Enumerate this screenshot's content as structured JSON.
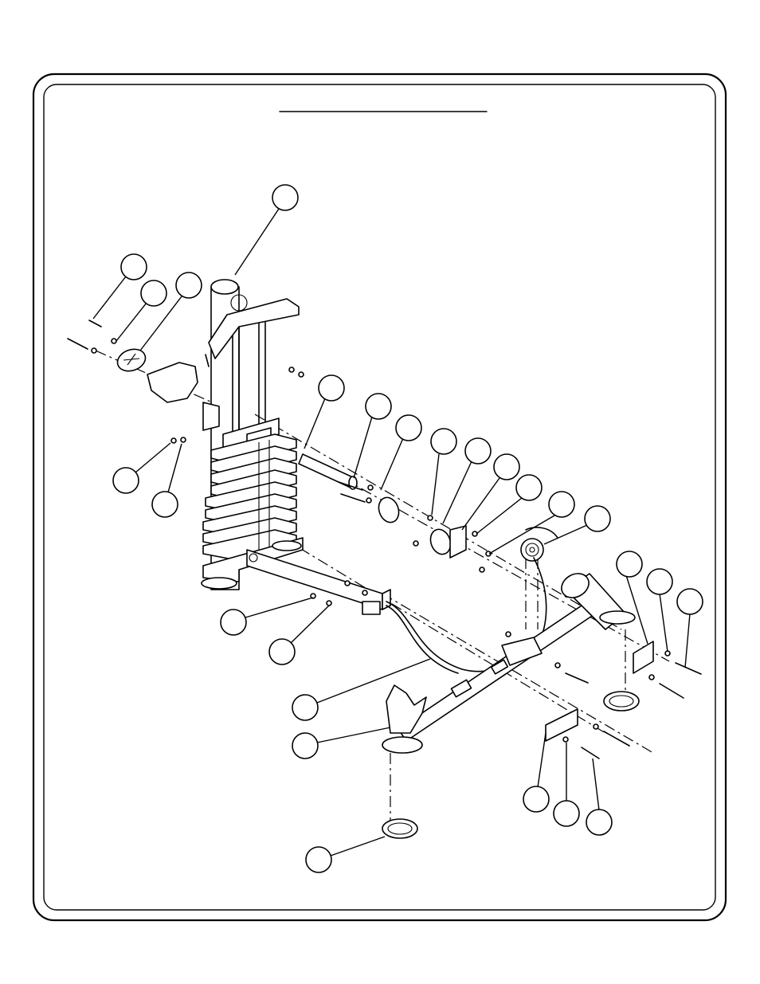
{
  "document": {
    "title": ""
  },
  "colors": {
    "ink": "#000000",
    "paper": "#ffffff"
  },
  "callouts": [
    {
      "id": "c1"
    },
    {
      "id": "c2"
    },
    {
      "id": "c3"
    },
    {
      "id": "c4"
    },
    {
      "id": "c5"
    },
    {
      "id": "c6"
    },
    {
      "id": "c7"
    },
    {
      "id": "c8"
    },
    {
      "id": "c9"
    },
    {
      "id": "c10"
    },
    {
      "id": "c11"
    },
    {
      "id": "c12"
    },
    {
      "id": "c13"
    },
    {
      "id": "c14"
    },
    {
      "id": "c15"
    },
    {
      "id": "c16"
    },
    {
      "id": "c17"
    },
    {
      "id": "c18"
    },
    {
      "id": "c19"
    },
    {
      "id": "c20"
    },
    {
      "id": "c21"
    },
    {
      "id": "c22"
    },
    {
      "id": "c23"
    },
    {
      "id": "c24"
    },
    {
      "id": "c25"
    },
    {
      "id": "c26"
    }
  ]
}
